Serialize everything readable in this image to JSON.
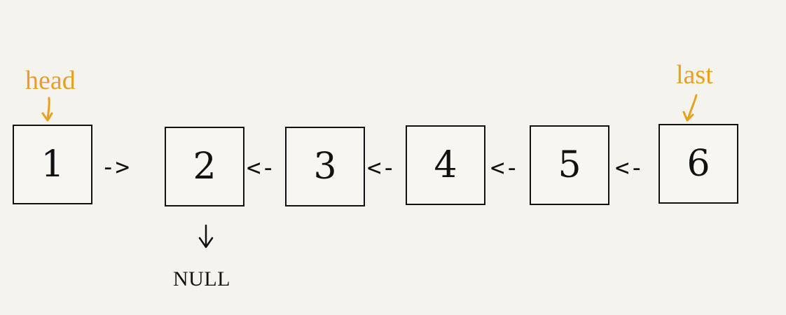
{
  "labels": {
    "head": "head",
    "last": "last",
    "null": "NULL"
  },
  "nodes": [
    "1",
    "2",
    "3",
    "4",
    "5",
    "6"
  ],
  "links": [
    "->",
    "<-",
    "<-",
    "<-",
    "<-"
  ],
  "colors": {
    "pointer": "#e8a020",
    "ink": "#111111",
    "background": "#f5f3ee"
  }
}
